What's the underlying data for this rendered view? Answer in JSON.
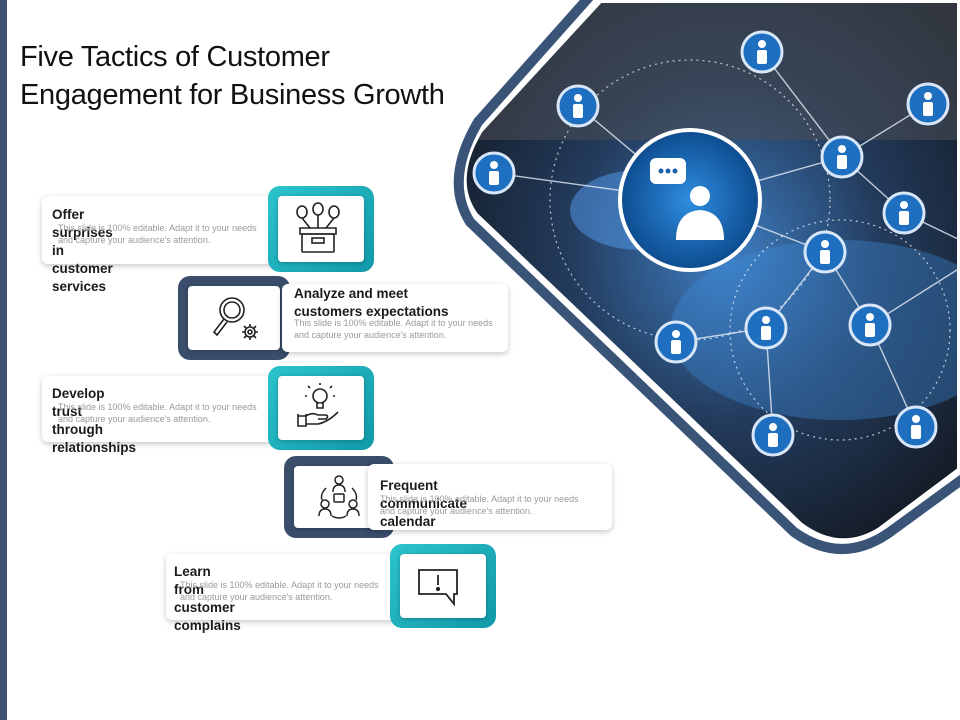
{
  "title": "Five Tactics of Customer Engagement for Business Growth",
  "tactics": [
    {
      "heading": "Offer surprises  in customer services",
      "description": "This slide is 100% editable. Adapt it to your needs and capture your audience's attention.",
      "icon": "gift-box-balloons-icon"
    },
    {
      "heading": "Analyze and meet customers expectations",
      "description": "This slide is 100% editable. Adapt it to your needs and capture your audience's attention.",
      "icon": "magnifier-gear-icon"
    },
    {
      "heading": "Develop trust through relationships",
      "description": "This slide is 100% editable. Adapt it to your needs and capture your audience's attention.",
      "icon": "hand-lightbulb-icon"
    },
    {
      "heading": "Frequent communicate calendar",
      "description": "This slide is 100% editable. Adapt it to your needs and capture your audience's attention.",
      "icon": "people-cycle-icon"
    },
    {
      "heading": "Learn from customer complains",
      "description": "This slide is 100% editable. Adapt it to your needs and capture your audience's attention.",
      "icon": "speech-bubble-exclamation-icon"
    }
  ],
  "colors": {
    "teal": "#1ab0bb",
    "navy": "#3a4e6c",
    "accent_bar": "#3e5170"
  }
}
